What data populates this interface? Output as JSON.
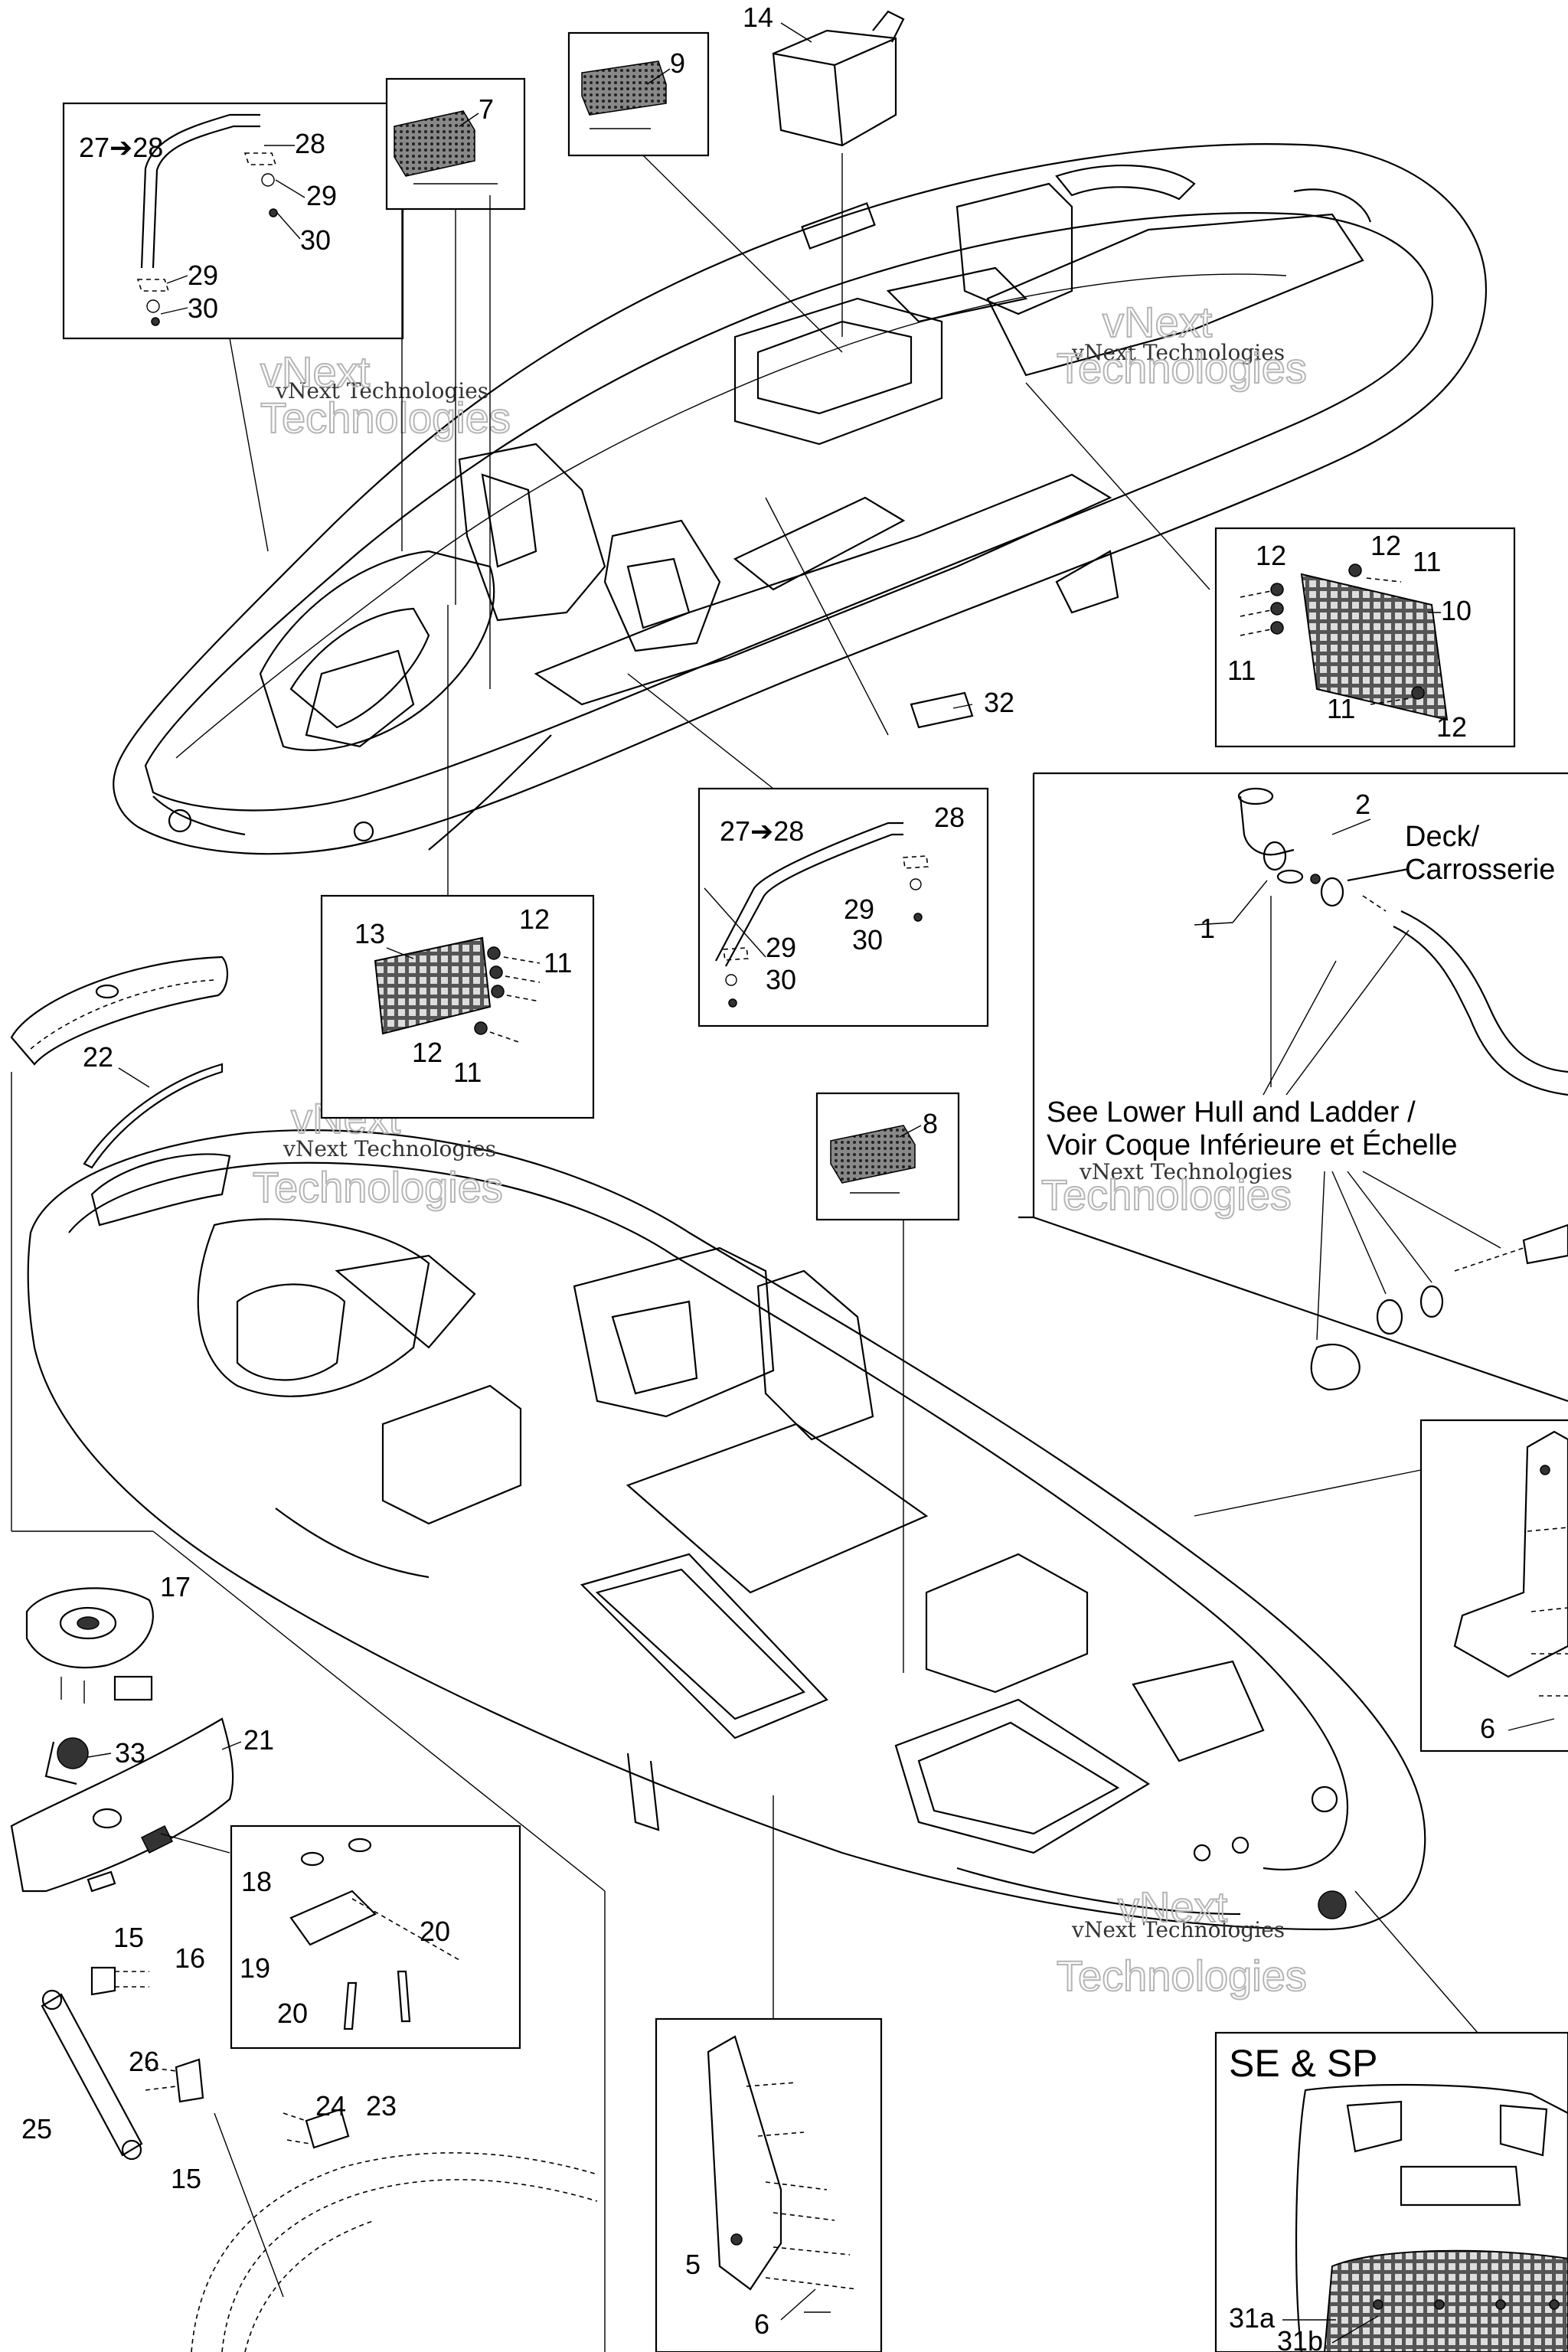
{
  "callouts": {
    "c1": "1",
    "c2": "2",
    "c5": "5",
    "c6a": "6",
    "c6b": "6",
    "c7": "7",
    "c8": "8",
    "c9": "9",
    "c10": "10",
    "c11a": "11",
    "c11b": "11",
    "c11c": "11",
    "c11d": "11",
    "c11e": "11",
    "c12a": "12",
    "c12b": "12",
    "c12c": "12",
    "c12d": "12",
    "c12e": "12",
    "c13": "13",
    "c14": "14",
    "c15a": "15",
    "c15b": "15",
    "c16": "16",
    "c17": "17",
    "c18": "18",
    "c19": "19",
    "c20a": "20",
    "c20b": "20",
    "c21": "21",
    "c22": "22",
    "c23": "23",
    "c24": "24",
    "c25": "25",
    "c26": "26",
    "c27a": "27➔28",
    "c27b": "27➔28",
    "c28a": "28",
    "c28b": "28",
    "c29a": "29",
    "c29b": "29",
    "c29c": "29",
    "c29d": "29",
    "c30a": "30",
    "c30b": "30",
    "c30c": "30",
    "c30d": "30",
    "c31a": "31a",
    "c31b": "31b",
    "c32": "32",
    "c33": "33"
  },
  "notes": {
    "deck_en": "Deck/",
    "deck_fr": "Carrosserie",
    "see_en": "See Lower Hull and Ladder /",
    "see_fr": "Voir Coque Inférieure et Échelle",
    "variant": "SE & SP"
  },
  "watermark": {
    "company": "vNext Technologies",
    "short": "vNext",
    "long": "Technologies"
  },
  "colors": {
    "line": "#000000",
    "background": "#ffffff",
    "watermark": "#b5b5b5"
  }
}
